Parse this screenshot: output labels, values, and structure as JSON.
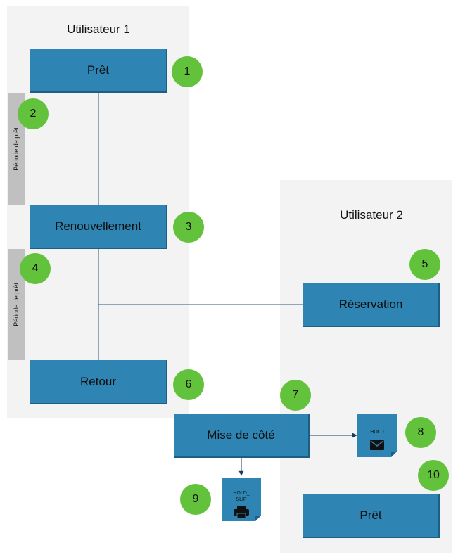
{
  "lanes": {
    "user1": {
      "title": "Utilisateur 1"
    },
    "user2": {
      "title": "Utilisateur 2"
    }
  },
  "boxes": {
    "pret1": "Prêt",
    "renouvellement": "Renouvellement",
    "retour": "Retour",
    "reservation": "Réservation",
    "mise_de_cote": "Mise de côté",
    "pret2": "Prêt"
  },
  "periods": {
    "p1": "Période de prêt",
    "p2": "Période de prêt"
  },
  "badges": {
    "b1": "1",
    "b2": "2",
    "b3": "3",
    "b4": "4",
    "b5": "5",
    "b6": "6",
    "b7": "7",
    "b8": "8",
    "b9": "9",
    "b10": "10"
  },
  "docs": {
    "hold": {
      "label": "HOLD",
      "icon": "envelope-icon"
    },
    "hold_slip": {
      "label": "HOLD_\nSLIP",
      "icon": "printer-icon"
    }
  },
  "colors": {
    "box": "#2e84b3",
    "badge": "#63c23b",
    "lane": "#f3f3f3",
    "period": "#c0c0c0",
    "line": "#2b5a7a"
  }
}
